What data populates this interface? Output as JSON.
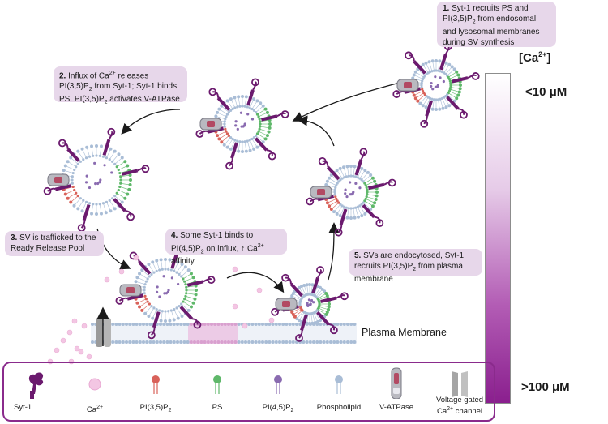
{
  "steps": [
    {
      "num": "1.",
      "parts": [
        "Syt-1 recruits PS and PI(3,5)P",
        "2",
        " from endosomal and lysosomal membranes during SV synthesis"
      ]
    },
    {
      "num": "2.",
      "parts": [
        "Influx of Ca",
        "2+",
        " releases PI(3,5)P",
        "2",
        " from Syt-1; Syt-1 binds PS. PI(3,5)P",
        "2",
        " activates V-ATPase"
      ]
    },
    {
      "num": "3.",
      "parts": [
        "SV is trafficked to the Ready Release Pool"
      ]
    },
    {
      "num": "4.",
      "parts": [
        "Some Syt-1 binds to PI(4,5)P",
        "2",
        " on influx, ↑ Ca",
        "2+",
        " affinity"
      ]
    },
    {
      "num": "5.",
      "parts": [
        "SVs are endocytosed, Syt-1 recruits PI(3,5)P",
        "2",
        " from plasma membrane"
      ]
    }
  ],
  "membrane_label": "Plasma Membrane",
  "scale": {
    "title": "[Ca2+]",
    "title_main": "[Ca",
    "title_sup": "2+",
    "title_end": "]",
    "top_label": "<10 μM",
    "bottom_label": ">100 μM",
    "gradient_colors": [
      "#ffffff",
      "#e6cbe8",
      "#b35db5",
      "#8a1f8e"
    ]
  },
  "legend": [
    {
      "name": "syt1",
      "label": "Syt-1",
      "icon": "syt1-icon"
    },
    {
      "name": "ca",
      "label_main": "Ca",
      "label_sup": "2+",
      "icon": "ca-ion-icon"
    },
    {
      "name": "pi35p2",
      "label_main": "PI(3,5)P",
      "label_sub": "2",
      "icon": "pi35p2-lipid-icon"
    },
    {
      "name": "ps",
      "label": "PS",
      "icon": "ps-lipid-icon"
    },
    {
      "name": "pi45p2",
      "label_main": "PI(4,5)P",
      "label_sub": "2",
      "icon": "pi45p2-lipid-icon"
    },
    {
      "name": "phospholipid",
      "label": "Phospholipid",
      "icon": "phospholipid-icon"
    },
    {
      "name": "vatpase",
      "label": "V-ATPase",
      "icon": "v-atpase-icon"
    },
    {
      "name": "vgcc",
      "label_line1": "Voltage gated",
      "label_main": "Ca",
      "label_sup": "2+",
      "label_end": " channel",
      "icon": "channel-icon"
    }
  ],
  "colors": {
    "purple": "#6b1a6e",
    "lipid": "#a9bdd6",
    "ps": "#5fb86a",
    "pi35": "#d9625a",
    "pi45": "#8a6bb0",
    "ca": "#f3c6e3",
    "box": "#e7d7ea",
    "legend_border": "#8a2b8c"
  }
}
